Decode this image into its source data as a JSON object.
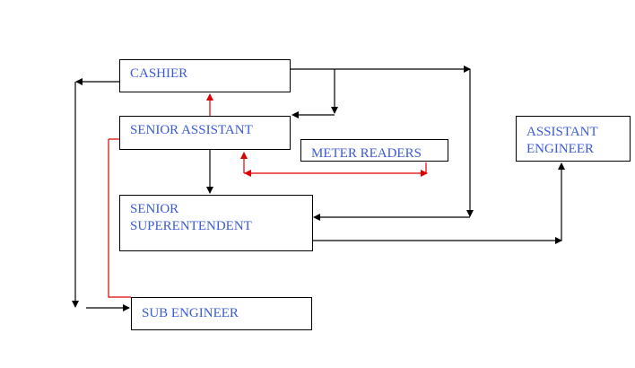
{
  "diagram": {
    "nodes": {
      "cashier": "CASHIER",
      "senior_assistant": "SENIOR ASSISTANT",
      "meter_readers": "METER READERS",
      "senior_superintendent": "SENIOR\nSUPERENTENDENT",
      "sub_engineer": "SUB ENGINEER",
      "assistant_engineer": "ASSISTANT\nENGINEER"
    },
    "colors": {
      "text": "#3b5bd6",
      "box_border": "#000000",
      "arrow_primary": "#000000",
      "arrow_secondary": "#e00000"
    }
  }
}
